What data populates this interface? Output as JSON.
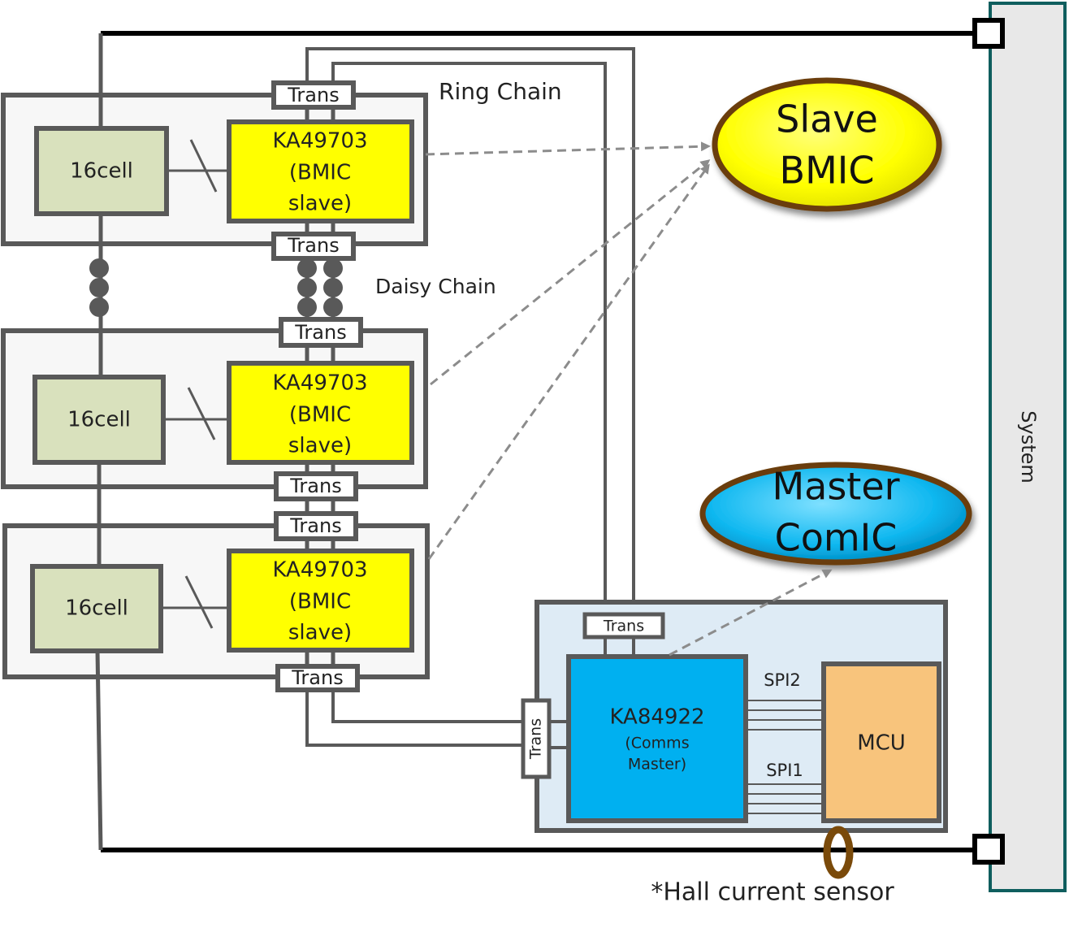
{
  "labels": {
    "ring_chain": "Ring Chain",
    "daisy_chain": "Daisy Chain",
    "system": "System",
    "hall_sensor": "*Hall current sensor",
    "trans": "Trans",
    "cell": "16cell",
    "slave_line1": "KA49703",
    "slave_line2": "(BMIC",
    "slave_line3": "slave)",
    "master_chip_line1": "KA84922",
    "master_chip_line2": "(Comms",
    "master_chip_line3": "Master)",
    "mcu": "MCU",
    "spi2": "SPI2",
    "spi1": "SPI1"
  },
  "callouts": {
    "slave_line1": "Slave",
    "slave_line2": "BMIC",
    "master_line1": "Master",
    "master_line2": "ComIC"
  },
  "colors": {
    "frame": "#595959",
    "cell_fill": "#d9e1bd",
    "bmic_fill": "#ffff00",
    "master_board_fill": "#deebf5",
    "master_chip_fill": "#00b0f0",
    "mcu_fill": "#f8c47c",
    "system_fill": "#e8e8e8",
    "system_border": "#0f5e5e",
    "callout_border": "#6b3d07",
    "hall_sensor": "#7a4a0a"
  },
  "modules": [
    {
      "id": "module-1"
    },
    {
      "id": "module-2"
    },
    {
      "id": "module-3"
    }
  ]
}
